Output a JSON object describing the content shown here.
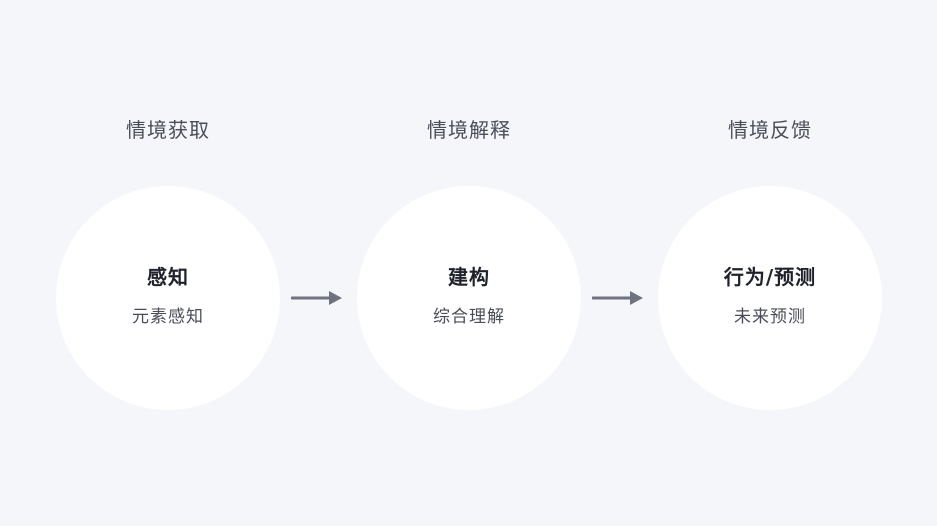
{
  "stages": [
    {
      "header": "情境获取",
      "title": "感知",
      "subtitle": "元素感知"
    },
    {
      "header": "情境解释",
      "title": "建构",
      "subtitle": "综合理解"
    },
    {
      "header": "情境反馈",
      "title": "行为/预测",
      "subtitle": "未来预测"
    }
  ],
  "colors": {
    "background": "#f5f6fa",
    "circle": "#ffffff",
    "arrow": "#6f7380",
    "title_text": "#1f222b",
    "body_text": "#4a4d57"
  },
  "icons": [
    "arrow-right-icon"
  ]
}
